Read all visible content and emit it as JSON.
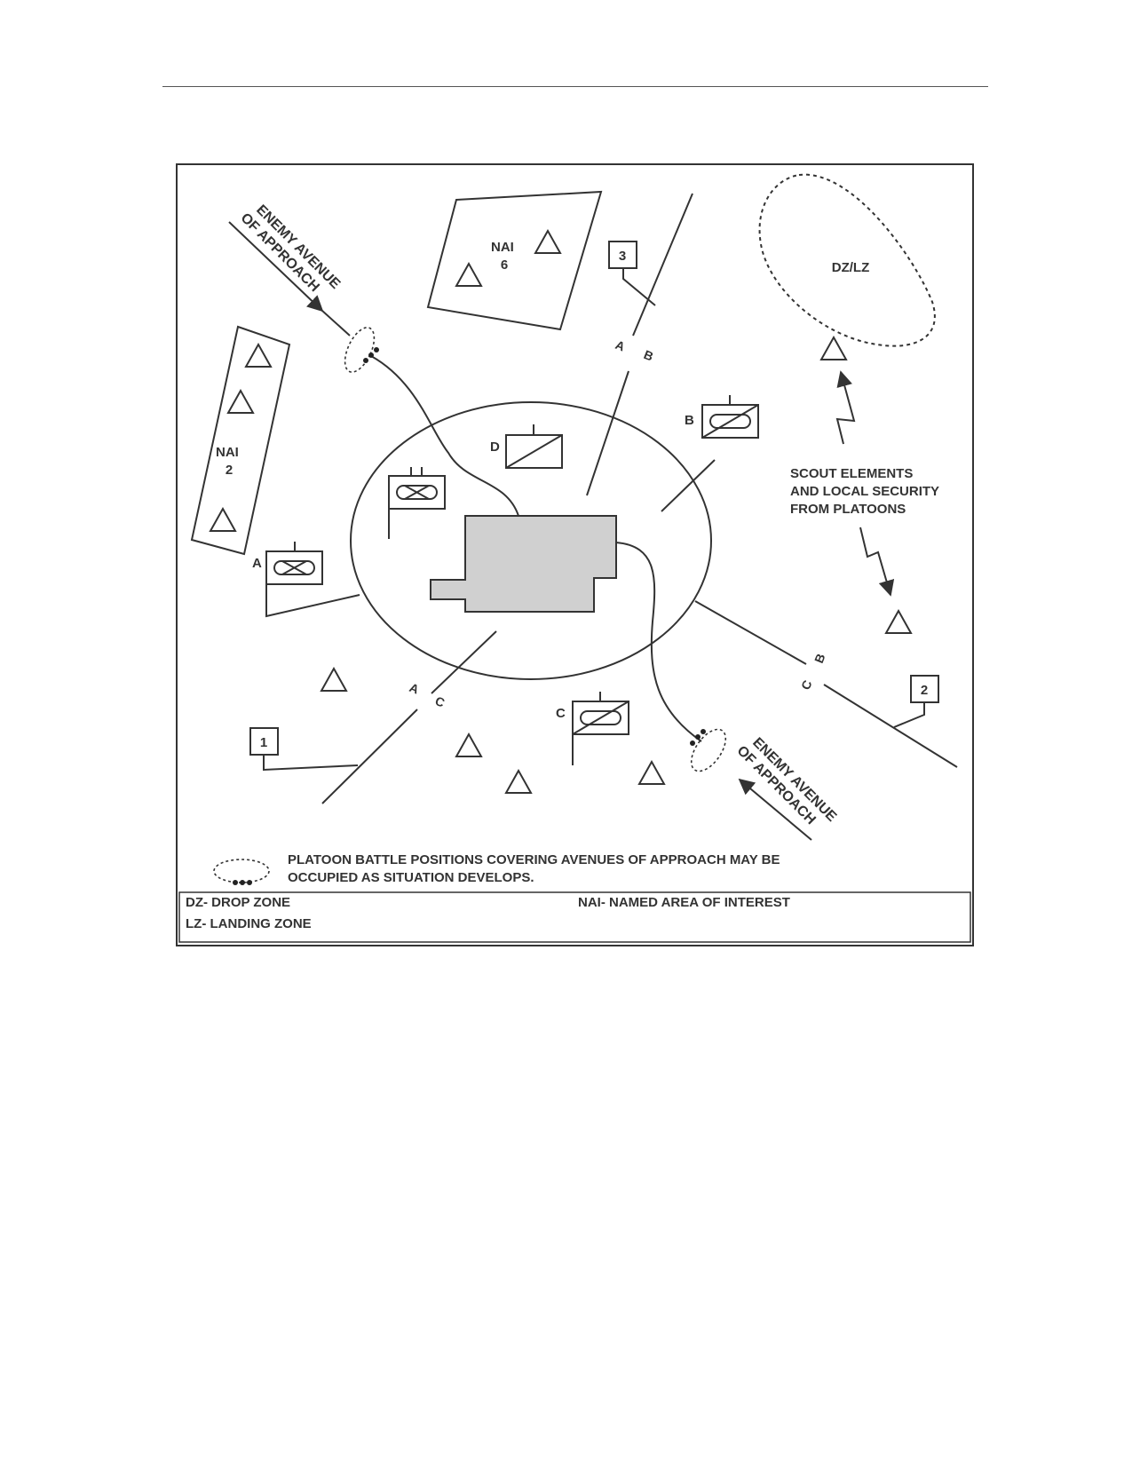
{
  "figure": {
    "avenue_top_lines": [
      "ENEMY AVENUE",
      "OF APPROACH"
    ],
    "avenue_bottom_lines": [
      "ENEMY AVENUE",
      "OF APPROACH"
    ],
    "nai6_lines": [
      "NAI",
      "6"
    ],
    "nai2_lines": [
      "NAI",
      "2"
    ],
    "dzlz": "DZ/LZ",
    "scout_lines": [
      "SCOUT ELEMENTS",
      "AND LOCAL SECURITY",
      "FROM PLATOONS"
    ],
    "checkpoints": [
      "1",
      "2",
      "3"
    ],
    "unit_labels": {
      "a": "A",
      "b": "B",
      "c": "C",
      "d": "D"
    },
    "phase_lines": {
      "ab_a": "A",
      "ab_b": "B",
      "ac_a": "A",
      "ac_c": "C",
      "cb_c": "C",
      "cb_b": "B"
    }
  },
  "legend": {
    "note_lines": [
      "PLATOON BATTLE POSITIONS COVERING AVENUES OF APPROACH MAY BE",
      "OCCUPIED AS SITUATION DEVELOPS."
    ],
    "dz": "DZ- DROP ZONE",
    "lz": "LZ- LANDING ZONE",
    "nai": "NAI- NAMED AREA OF INTEREST"
  }
}
